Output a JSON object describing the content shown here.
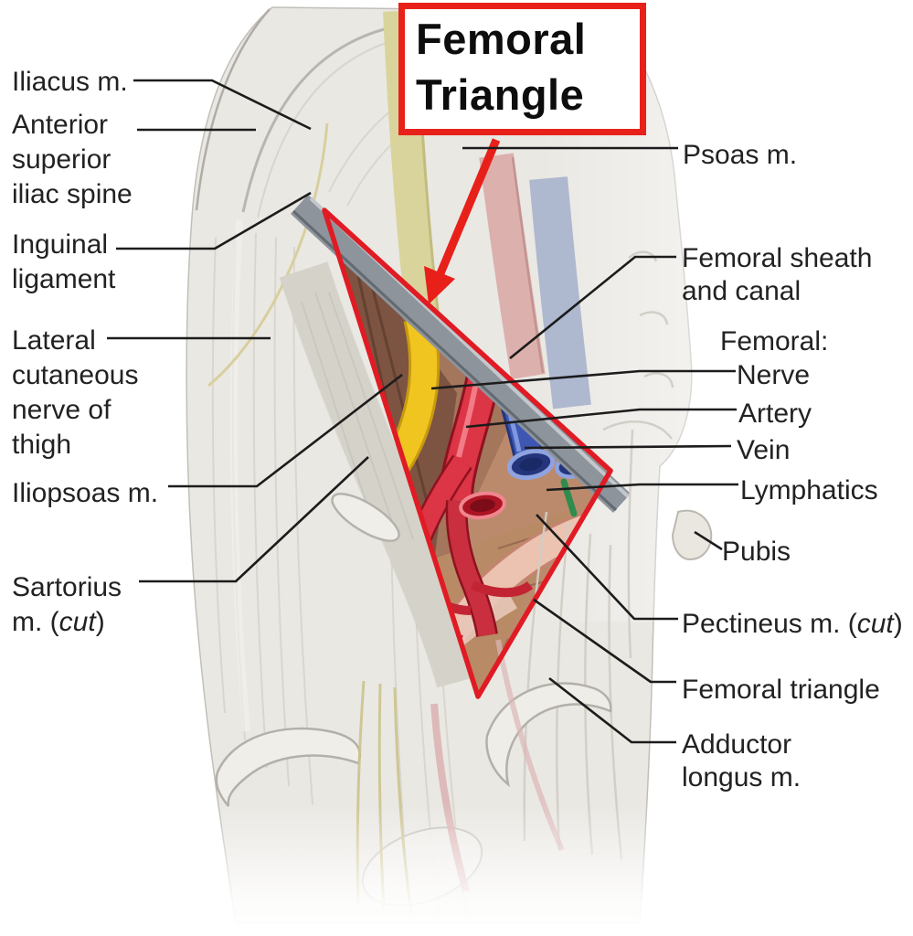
{
  "title": {
    "line1": "Femoral",
    "line2": "Triangle"
  },
  "left_labels": {
    "iliacus": {
      "text": "Iliacus m."
    },
    "asis": {
      "line1": "Anterior",
      "line2": "superior",
      "line3": "iliac spine"
    },
    "inguinal": {
      "line1": "Inguinal",
      "line2": "ligament"
    },
    "lateral_cutaneous": {
      "line1": "Lateral",
      "line2": "cutaneous",
      "line3": "nerve of",
      "line4": "thigh"
    },
    "iliopsoas": {
      "text": "Iliopsoas m."
    },
    "sartorius": {
      "line1": "Sartorius",
      "line2_pre": "m. (",
      "line2_italic": "cut",
      "line2_post": ")"
    }
  },
  "right_labels": {
    "psoas": {
      "text": "Psoas m."
    },
    "femoral_sheath": {
      "line1": "Femoral sheath",
      "line2": "and canal"
    },
    "femoral_header": {
      "text": "Femoral:"
    },
    "nerve": {
      "text": "Nerve"
    },
    "artery": {
      "text": "Artery"
    },
    "vein": {
      "text": "Vein"
    },
    "lymphatics": {
      "text": "Lymphatics"
    },
    "pubis": {
      "text": "Pubis"
    },
    "pectineus": {
      "pre": "Pectineus m. (",
      "italic": "cut",
      "post": ")"
    },
    "femoral_triangle": {
      "text": "Femoral triangle"
    },
    "adductor": {
      "line1": "Adductor",
      "line2": "longus m."
    }
  },
  "colors": {
    "highlight_red": "#e8201a",
    "artery_red": "#dc3545",
    "vein_blue": "#3d57b2",
    "nerve_yellow": "#f1c51f",
    "ligament_gray": "#8e949b",
    "lymph_green": "#2e8c4d",
    "muscle_brown": "#9b6b50",
    "text_color": "#222222"
  }
}
